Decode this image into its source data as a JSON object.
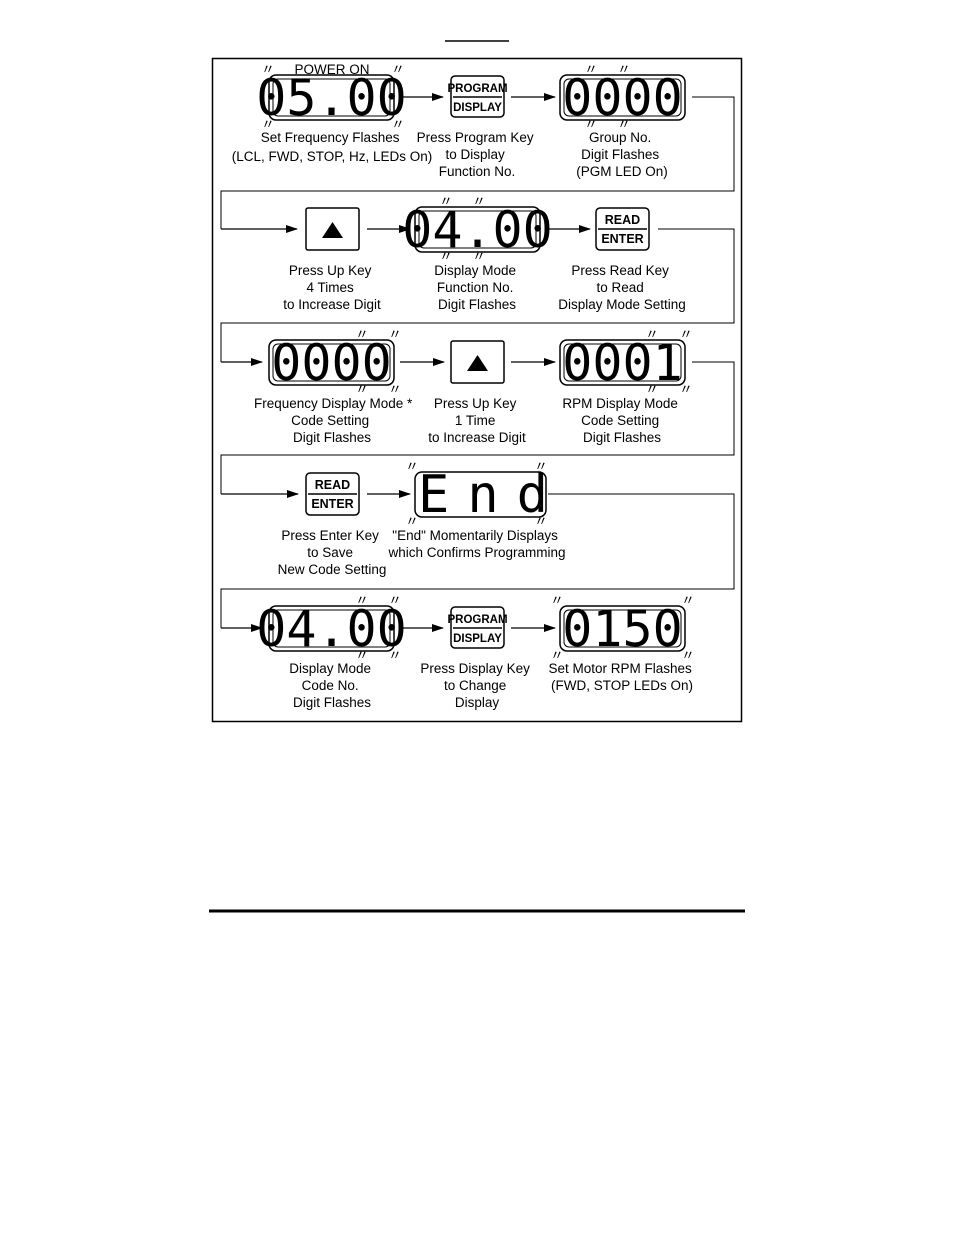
{
  "flow": {
    "power_on": "POWER ON",
    "row1": {
      "display1": "05.00",
      "caption1": [
        "Set Frequency Flashes",
        "(LCL, FWD, STOP, Hz, LEDs On)"
      ],
      "key": {
        "top": "PROGRAM",
        "bottom": "DISPLAY"
      },
      "caption2": [
        "Press Program Key",
        "to Display",
        "Function No."
      ],
      "display2": "0000",
      "caption3": [
        "Group No.",
        "Digit Flashes",
        "(PGM LED On)"
      ]
    },
    "row2": {
      "caption1": [
        "Press Up Key",
        "4 Times",
        "to Increase Digit"
      ],
      "display": "04.00",
      "caption2": [
        "Display Mode",
        "Function No.",
        "Digit Flashes"
      ],
      "key": {
        "top": "READ",
        "bottom": "ENTER"
      },
      "caption3": [
        "Press Read Key",
        "to Read",
        "Display Mode Setting"
      ]
    },
    "row3": {
      "display1": "0000",
      "caption1": [
        "Frequency Display Mode *",
        "Code Setting",
        "Digit Flashes"
      ],
      "caption2": [
        "Press Up Key",
        "1 Time",
        "to Increase Digit"
      ],
      "display2": "0001",
      "caption3": [
        "RPM Display Mode",
        "Code Setting",
        "Digit Flashes"
      ]
    },
    "row4": {
      "key": {
        "top": "READ",
        "bottom": "ENTER"
      },
      "caption1": [
        "Press Enter Key",
        "to Save",
        "New Code Setting"
      ],
      "display": "End",
      "caption2": [
        "\"End\" Momentarily Displays",
        "which Confirms Programming"
      ]
    },
    "row5": {
      "display1": "04.00",
      "caption1": [
        "Display Mode",
        "Code No.",
        "Digit Flashes"
      ],
      "key": {
        "top": "PROGRAM",
        "bottom": "DISPLAY"
      },
      "caption2": [
        "Press Display Key",
        "to Change",
        "Display"
      ],
      "display2": "0150",
      "caption3": [
        "Set Motor RPM Flashes",
        "(FWD, STOP LEDs On)"
      ]
    }
  },
  "icons": [
    "up-arrow-icon",
    "flash-mark-icon",
    "flow-arrow-icon"
  ],
  "colors": {
    "ink": "#000000",
    "paper": "#ffffff"
  }
}
